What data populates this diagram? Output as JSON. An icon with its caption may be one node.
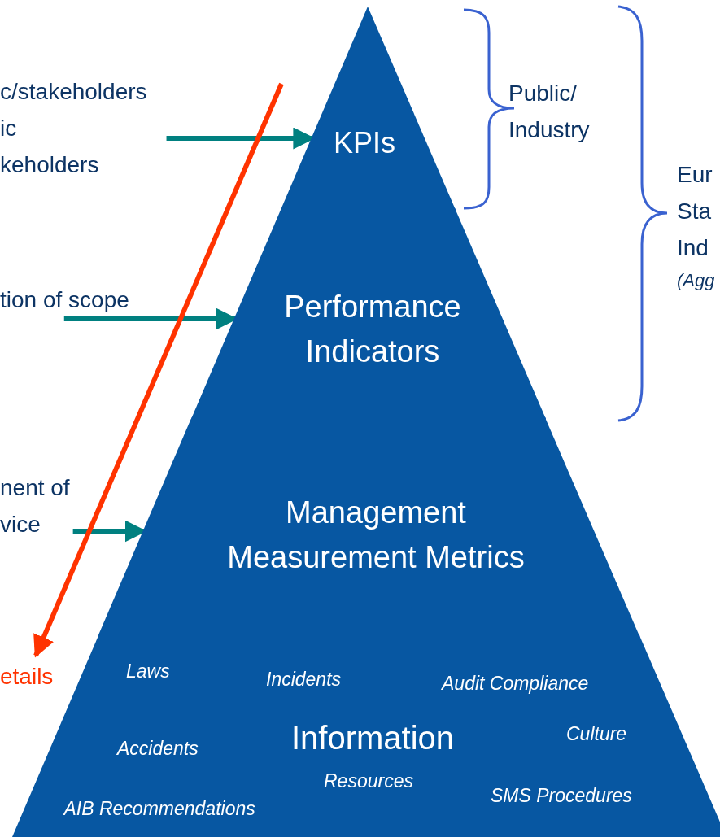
{
  "diagram": {
    "nodes": [
      {
        "text": [
          "KPIs"
        ]
      },
      {
        "text": [
          "Performance Indicators"
        ]
      },
      {
        "text": [
          "Management Measurement Metrics"
        ]
      },
      {
        "text": [
          "Information",
          "Laws",
          "Incidents",
          "Audit Compliance",
          "Accidents",
          "Culture",
          "Resources",
          "AIB Recommendations",
          "SMS Procedures"
        ]
      },
      {
        "text": [
          "c/stakeholders",
          "ic",
          "keholders"
        ]
      },
      {
        "text": [
          "tion of scope"
        ]
      },
      {
        "text": [
          "nent of vice"
        ]
      }
    ],
    "edges": [
      {
        "from": 4,
        "to": 0,
        "arrow": "to"
      },
      {
        "from": 5,
        "to": 1,
        "arrow": "to"
      },
      {
        "from": 6,
        "to": 2,
        "arrow": "to"
      }
    ],
    "labels": [
      "Public/ Industry",
      "Eur Sta Ind",
      "(Agg",
      "etails"
    ]
  }
}
